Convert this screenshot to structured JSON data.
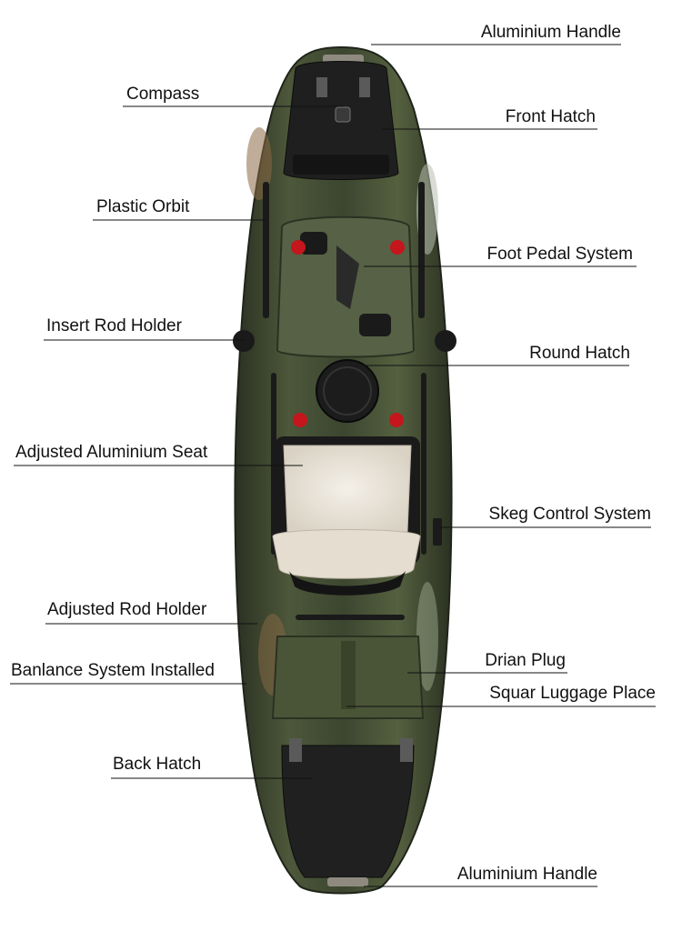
{
  "diagram": {
    "labels": {
      "aluminium_handle_top": "Aluminium Handle",
      "compass": "Compass",
      "front_hatch": "Front Hatch",
      "plastic_orbit": "Plastic Orbit",
      "foot_pedal_system": "Foot Pedal System",
      "insert_rod_holder": "Insert Rod Holder",
      "round_hatch": "Round Hatch",
      "adjusted_aluminium_seat": "Adjusted Aluminium Seat",
      "skeg_control_system": "Skeg Control System",
      "adjusted_rod_holder": "Adjusted Rod Holder",
      "drian_plug": "Drian Plug",
      "banlance_system_installed": "Banlance System Installed",
      "squar_luggage_place": "Squar Luggage Place",
      "back_hatch": "Back Hatch",
      "aluminium_handle_bottom": "Aluminium Handle"
    },
    "colors": {
      "hull_green": "#3f4a2f",
      "hull_dark": "#2a3022",
      "hatch_black": "#1c1c1c",
      "seat_cream": "#ece7dc",
      "plug_red": "#c4161c",
      "leader_line": "#111111"
    }
  }
}
